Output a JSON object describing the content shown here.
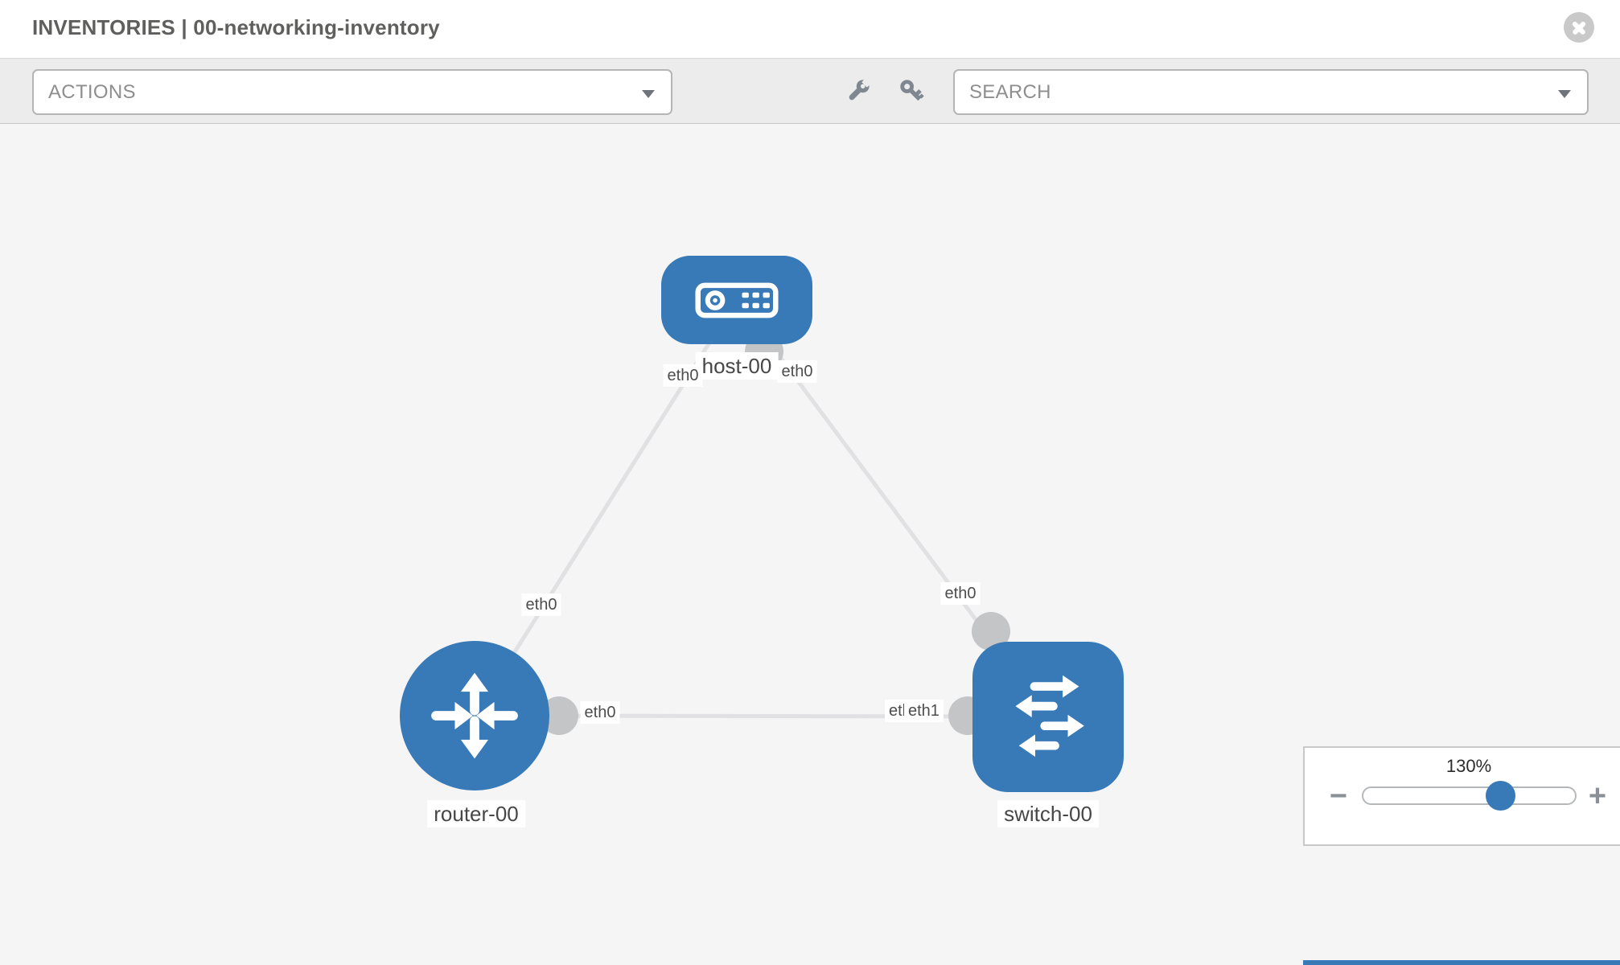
{
  "header": {
    "title": "INVENTORIES | 00-networking-inventory"
  },
  "toolbar": {
    "actions_label": "ACTIONS",
    "search_label": "SEARCH",
    "icons": [
      "wrench-icon",
      "key-icon",
      "caret-down-icon"
    ]
  },
  "diagram": {
    "nodes": [
      {
        "label": "host-00",
        "type": "host"
      },
      {
        "label": "router-00",
        "type": "router"
      },
      {
        "label": "switch-00",
        "type": "switch"
      }
    ],
    "links": [
      {
        "from": "host-00",
        "to": "router-00",
        "from_interface": "eth0",
        "to_interface": "eth0"
      },
      {
        "from": "host-00",
        "to": "switch-00",
        "from_interface": "eth0",
        "to_interface": "eth0"
      },
      {
        "from": "router-00",
        "to": "switch-00",
        "from_interface": "eth0",
        "to_interface": "eth1"
      }
    ],
    "interface_labels": {
      "host_router_host": "eth0",
      "host_router_router": "eth0",
      "host_switch_host": "eth0",
      "host_switch_switch": "eth0",
      "router_switch_router": "eth0",
      "router_switch_switch_under": "eth0",
      "router_switch_switch": "eth1"
    }
  },
  "zoom_control": {
    "level": "130%",
    "zoom_out_glyph": "−",
    "zoom_in_glyph": "+"
  },
  "colors": {
    "node_blue": "#377ab7",
    "link_gray": "#e1e1e3",
    "port_gray": "#c4c5c7",
    "canvas_bg": "#f5f5f6",
    "toolbar_bg": "#ececec"
  }
}
